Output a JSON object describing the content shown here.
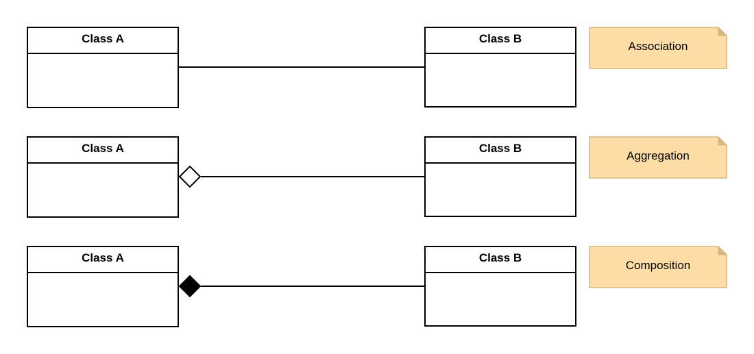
{
  "colors": {
    "stroke": "#000000",
    "class_fill": "#ffffff",
    "note_fill": "#ffdda6",
    "note_stroke": "#d5b384",
    "note_fold": "#d9b77f"
  },
  "relationships": [
    {
      "type": "association",
      "marker": "none",
      "source_class": "Class A",
      "target_class": "Class B",
      "note": "Association"
    },
    {
      "type": "aggregation",
      "marker": "hollow-diamond",
      "source_class": "Class A",
      "target_class": "Class B",
      "note": "Aggregation"
    },
    {
      "type": "composition",
      "marker": "filled-diamond",
      "source_class": "Class A",
      "target_class": "Class B",
      "note": "Composition"
    }
  ]
}
